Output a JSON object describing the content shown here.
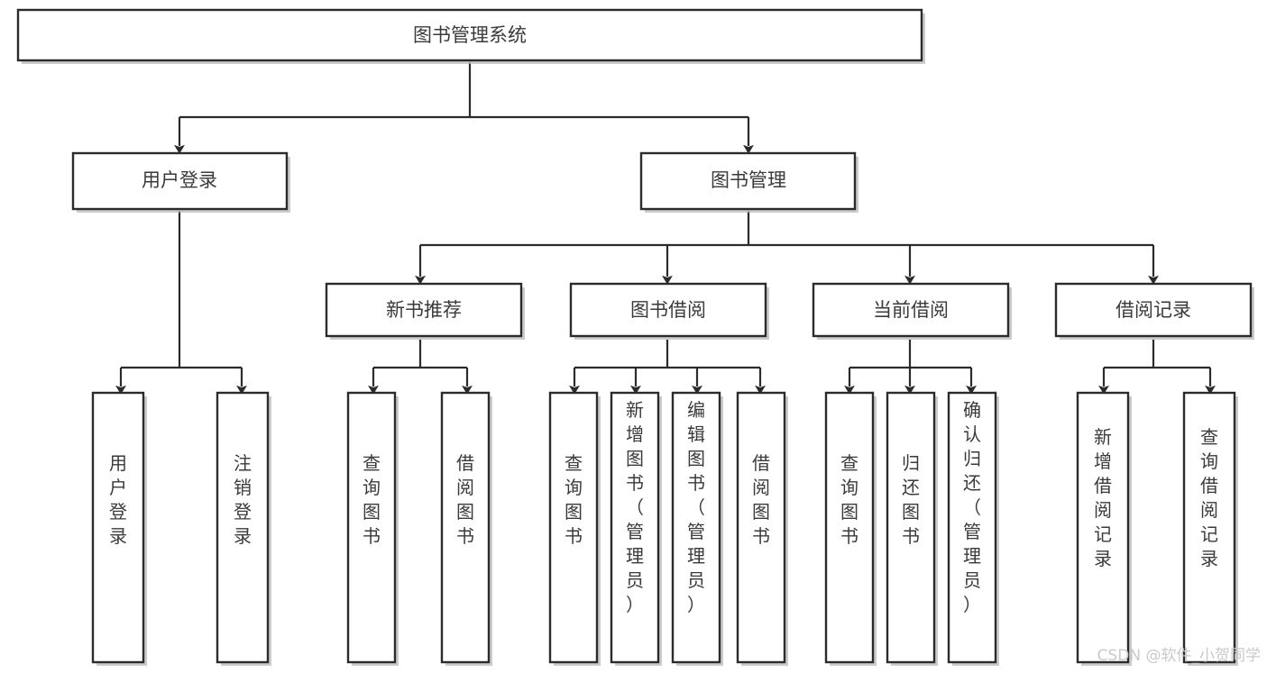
{
  "diagram": {
    "title": "图书管理系统",
    "type": "tree",
    "orientation": "top-down",
    "colors": {
      "background": "#ffffff",
      "box_fill": "#ffffff",
      "box_stroke": "#2b2b2b",
      "connector": "#2b2b2b",
      "text": "#3a3a3a",
      "shadow": "#b9b9b9",
      "watermark": "#c9c9c9"
    },
    "levels": {
      "root": "图书管理系统",
      "level2": [
        "用户登录",
        "图书管理"
      ],
      "level3": [
        "新书推荐",
        "图书借阅",
        "当前借阅",
        "借阅记录"
      ]
    },
    "nodes": {
      "root": {
        "label": "图书管理系统",
        "orientation": "horizontal"
      },
      "user_login": {
        "label": "用户登录",
        "orientation": "horizontal"
      },
      "book_manage": {
        "label": "图书管理",
        "orientation": "horizontal"
      },
      "new_book_rec": {
        "label": "新书推荐",
        "orientation": "horizontal"
      },
      "book_borrow": {
        "label": "图书借阅",
        "orientation": "horizontal"
      },
      "current_borrow": {
        "label": "当前借阅",
        "orientation": "horizontal"
      },
      "borrow_record": {
        "label": "借阅记录",
        "orientation": "horizontal"
      },
      "leaf_1": {
        "label": "用户登录",
        "orientation": "vertical",
        "parent": "用户登录"
      },
      "leaf_2": {
        "label": "注销登录",
        "orientation": "vertical",
        "parent": "用户登录"
      },
      "leaf_3": {
        "label": "查询图书",
        "orientation": "vertical",
        "parent": "新书推荐"
      },
      "leaf_4": {
        "label": "借阅图书",
        "orientation": "vertical",
        "parent": "新书推荐"
      },
      "leaf_5": {
        "label": "查询图书",
        "orientation": "vertical",
        "parent": "图书借阅"
      },
      "leaf_6": {
        "label": "新增图书（管理员）",
        "orientation": "vertical",
        "parent": "图书借阅"
      },
      "leaf_7": {
        "label": "编辑图书（管理员）",
        "orientation": "vertical",
        "parent": "图书借阅"
      },
      "leaf_8": {
        "label": "借阅图书",
        "orientation": "vertical",
        "parent": "图书借阅"
      },
      "leaf_9": {
        "label": "查询图书",
        "orientation": "vertical",
        "parent": "当前借阅"
      },
      "leaf_10": {
        "label": "归还图书",
        "orientation": "vertical",
        "parent": "当前借阅"
      },
      "leaf_11": {
        "label": "确认归还（管理员）",
        "orientation": "vertical",
        "parent": "当前借阅"
      },
      "leaf_12": {
        "label": "新增借阅记录",
        "orientation": "vertical",
        "parent": "借阅记录"
      },
      "leaf_13": {
        "label": "查询借阅记录",
        "orientation": "vertical",
        "parent": "借阅记录"
      }
    }
  },
  "watermark": {
    "text": "CSDN @软件_小贺同学"
  }
}
